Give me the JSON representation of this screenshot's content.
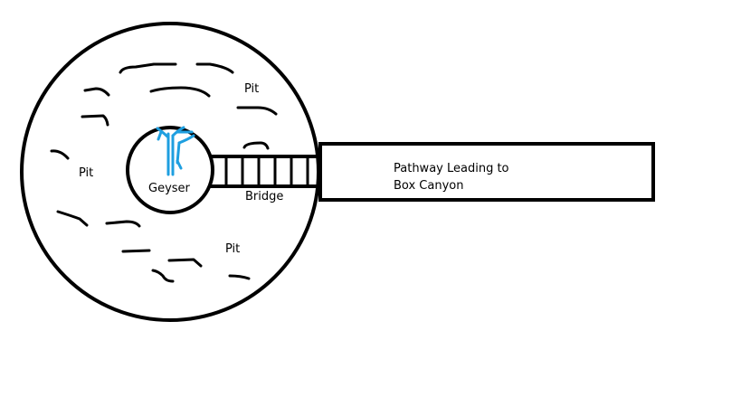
{
  "labels": {
    "pit_top": "Pit",
    "pit_left": "Pit",
    "pit_bottom": "Pit",
    "geyser": "Geyser",
    "bridge": "Bridge",
    "pathway_line1": "Pathway Leading to",
    "pathway_line2": "Box Canyon"
  },
  "colors": {
    "ink": "#000000",
    "water": "#1e9fe0",
    "background": "#ffffff"
  }
}
